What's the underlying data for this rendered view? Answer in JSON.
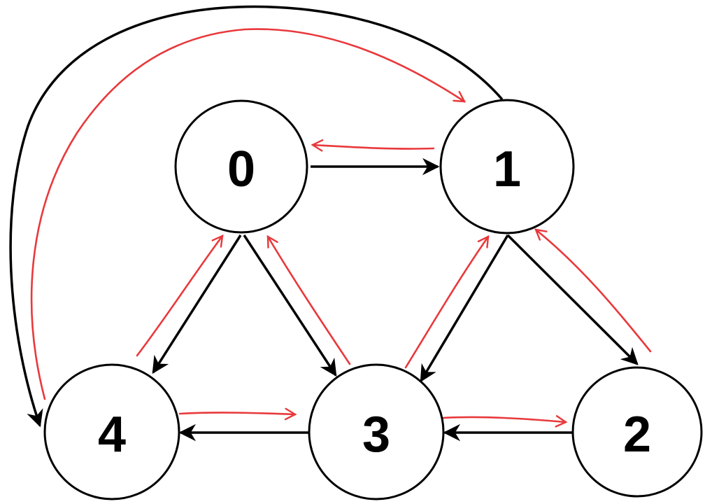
{
  "colors": {
    "node_stroke": "#000000",
    "edge": "#000000",
    "trace": "#e8393c",
    "background": "#ffffff"
  },
  "nodes": [
    {
      "id": "0",
      "label": "0"
    },
    {
      "id": "1",
      "label": "1"
    },
    {
      "id": "2",
      "label": "2"
    },
    {
      "id": "3",
      "label": "3"
    },
    {
      "id": "4",
      "label": "4"
    }
  ],
  "edges": [
    {
      "from": "0",
      "to": "1"
    },
    {
      "from": "0",
      "to": "4"
    },
    {
      "from": "0",
      "to": "3"
    },
    {
      "from": "1",
      "to": "3"
    },
    {
      "from": "1",
      "to": "2"
    },
    {
      "from": "2",
      "to": "3"
    },
    {
      "from": "3",
      "to": "4"
    },
    {
      "from": "1",
      "to": "4"
    }
  ],
  "traversal": [
    {
      "from": "1",
      "to": "0"
    },
    {
      "from": "4",
      "to": "0"
    },
    {
      "from": "3",
      "to": "0"
    },
    {
      "from": "3",
      "to": "1"
    },
    {
      "from": "2",
      "to": "1"
    },
    {
      "from": "4",
      "to": "3"
    },
    {
      "from": "3",
      "to": "2"
    },
    {
      "from": "4",
      "to": "1"
    }
  ]
}
